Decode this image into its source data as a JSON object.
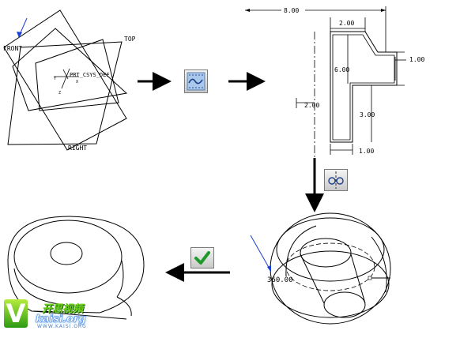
{
  "datum_planes": {
    "front": "FRONT",
    "top": "TOP",
    "right": "RIGHT",
    "csys": "PRT_CSYS_DEF",
    "axis_x": "X",
    "axis_y": "Y",
    "axis_z": "Z"
  },
  "sketch_dims": {
    "overall_width": "8.00",
    "top_width": "2.00",
    "height": "6.00",
    "step": "1.00",
    "offset_from_axis": "2.00",
    "lower_height": "3.00",
    "bottom_width": "1.00"
  },
  "revolve": {
    "angle": "360.00"
  },
  "toolbar": {
    "sketch_icon": "sketch-tool-icon",
    "revolve_icon": "revolve-tool-icon",
    "ok_icon": "checkmark-icon"
  },
  "watermark": {
    "name": "开思视频",
    "url": "kaisi.org",
    "letter": "V",
    "sub": "WWW.KAISI.ORG"
  },
  "colors": {
    "pointer_arrow": "#1a3fd6",
    "check_green": "#1f9a2a",
    "sketch_icon_bg": "#a9c8ec"
  }
}
